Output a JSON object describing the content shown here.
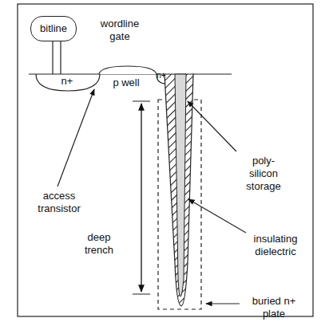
{
  "diagram": {
    "nodes": [
      {
        "text": [
          "bitline"
        ]
      }
    ],
    "labels": [
      "wordline gate",
      "n+",
      "p well",
      "n+",
      "access transistor",
      "deep trench",
      "poly-silicon storage",
      "insulating dielectric",
      "buried n+ plate"
    ]
  }
}
